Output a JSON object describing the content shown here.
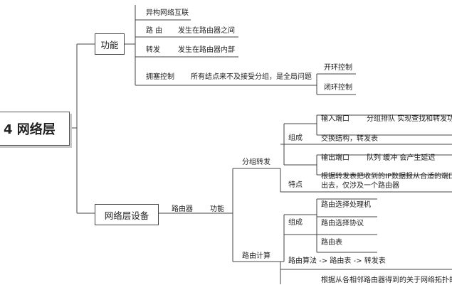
{
  "root": "4 网络层",
  "gongneng": {
    "title": "功能",
    "hetero": "异构网络互联",
    "route_label": "路 由",
    "route_desc": "发生在路由器之间",
    "forward_label": "转发",
    "forward_desc": "发生在路由器内部",
    "congestion_label": "拥塞控制",
    "congestion_desc": "所有结点来不及接受分组，是全局问题",
    "open_loop": "开环控制",
    "closed_loop": "闭环控制"
  },
  "device": {
    "title": "网络层设备",
    "router": "路由器",
    "function": "功能",
    "forwarding": {
      "title": "分组转发",
      "compose": "组成",
      "input_port": "输入端口",
      "input_desc": "分组排队 实现查找和转发功能",
      "switch_fabric": "交换结构，转发表",
      "output_port": "输出端口",
      "output_desc": "队列 缓冲 会产生延迟",
      "feature": "特点",
      "feature_line1": "根据转发表把收到的IP数据报从合适的端口转",
      "feature_line2": "出去，仅涉及一个路由器"
    },
    "routing": {
      "title": "路由计算",
      "compose": "组成",
      "proc": "路由选择处理机",
      "proto": "路由选择协议",
      "table": "路由表",
      "algo": "路由算法 -> 路由表 -> 转发表",
      "desc": "根据从各相邻路由器得到的关于网络拓扑的变"
    }
  }
}
